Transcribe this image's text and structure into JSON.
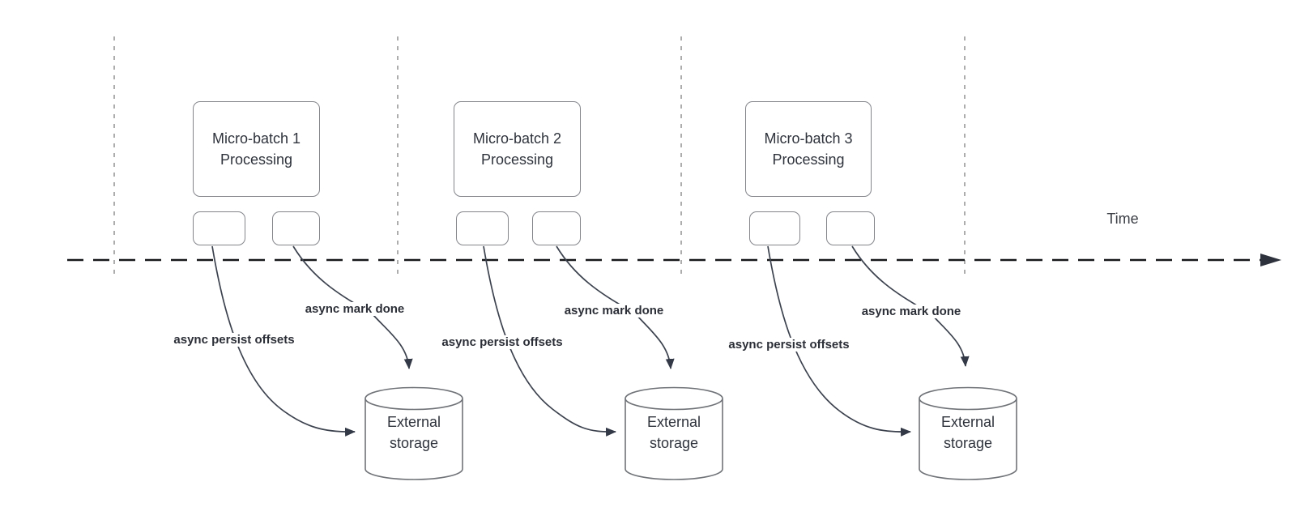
{
  "diagram_type": "micro-batch streaming timeline",
  "colors": {
    "background": "#ffffff",
    "shape_border": "#83858b",
    "guide_line": "#adadad",
    "time_axis": "#17181a",
    "connector": "#3c424e",
    "text": "#2f333c"
  },
  "time_axis": {
    "label": "Time"
  },
  "batches": [
    {
      "title": "Micro-batch 1\nProcessing",
      "persist_label": "async persist offsets",
      "mark_done_label": "async mark done",
      "storage_label": "External storage"
    },
    {
      "title": "Micro-batch 2\nProcessing",
      "persist_label": "async persist offsets",
      "mark_done_label": "async mark done",
      "storage_label": "External storage"
    },
    {
      "title": "Micro-batch 3\nProcessing",
      "persist_label": "async persist offsets",
      "mark_done_label": "async mark done",
      "storage_label": "External storage"
    }
  ]
}
